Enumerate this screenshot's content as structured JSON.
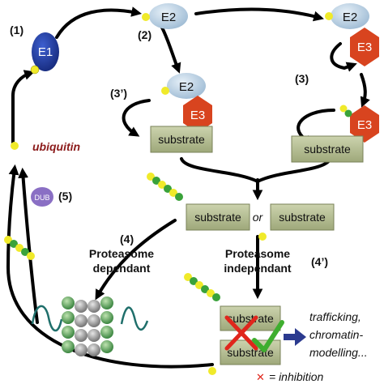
{
  "steps": {
    "s1": "(1)",
    "s2": "(2)",
    "s3": "(3)",
    "s3p": "(3’)",
    "s4": "(4)",
    "s4p": "(4’)",
    "s5": "(5)"
  },
  "enzymes": {
    "e1": "E1",
    "e2": "E2",
    "e3": "E3",
    "dub": "DUB"
  },
  "substrate": "substrate",
  "or_text": "or",
  "ubiquitin_label": "ubiquitin",
  "proteasome_dependant": {
    "line1": "Proteasome",
    "line2": "dependant"
  },
  "proteasome_independant": {
    "line1": "Proteasome",
    "line2": "independant"
  },
  "outcomes": {
    "line1": "trafficking,",
    "line2": "chromatin-",
    "line3": "modelling..."
  },
  "inhibition_legend": {
    "mark": "✕",
    "text": "= inhibition"
  },
  "colors": {
    "e1": "#1f3a9c",
    "e2": "#bcd3e6",
    "e3": "#d8441f",
    "substrate": "#b6bf94",
    "ub_yellow": "#f0ea2a",
    "ub_green": "#3aa23a",
    "dub": "#8a6fc4",
    "ubiquitin_text": "#8b1a1a",
    "inhibit_red": "#e0261c",
    "check_green": "#3fae2f",
    "arrow_blue": "#2b3a8f"
  }
}
